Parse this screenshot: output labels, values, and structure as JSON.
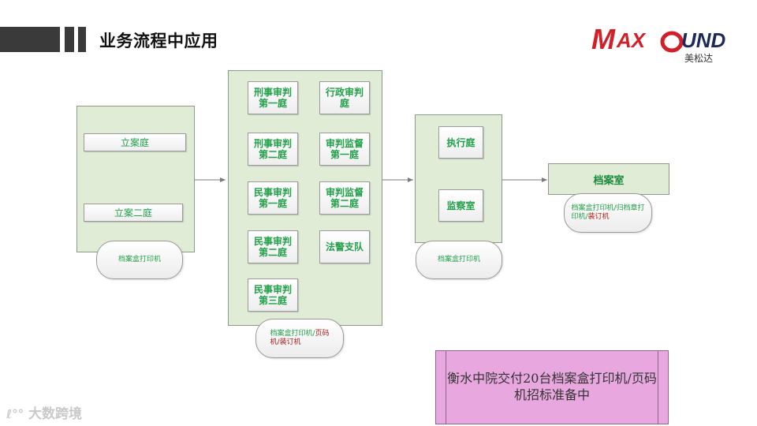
{
  "header": {
    "title": "业务流程中应用"
  },
  "logo": {
    "brand": "MAXOUND",
    "cn": "美松达"
  },
  "stages": [
    {
      "nodes": [
        "立案庭",
        "立案二庭"
      ],
      "device": [
        "档案盒打印机"
      ]
    },
    {
      "nodes": [
        "刑事审判第一庭",
        "行政审判庭",
        "刑事审判第二庭",
        "审判监督第一庭",
        "民事审判第一庭",
        "审判监督第二庭",
        "民事审判第二庭",
        "法警支队",
        "民事审判第三庭"
      ],
      "device": [
        "档案盒打印机/",
        "页码",
        "机/装订机"
      ]
    },
    {
      "nodes": [
        "执行庭",
        "监察室"
      ],
      "device": [
        "档案盒打印机"
      ]
    },
    {
      "nodes": [
        "档案室"
      ],
      "device": [
        "档案盒打印机/归档章打",
        "印机/",
        "装订机"
      ]
    }
  ],
  "node_lines": {
    "xs1": [
      "刑事审判",
      "第一庭"
    ],
    "xz": [
      "行政审判",
      "庭"
    ],
    "xs2": [
      "刑事审判",
      "第二庭"
    ],
    "jd1": [
      "审判监督",
      "第一庭"
    ],
    "ms1": [
      "民事审判",
      "第一庭"
    ],
    "jd2": [
      "审判监督",
      "第二庭"
    ],
    "ms2": [
      "民事审判",
      "第二庭"
    ],
    "ms3": [
      "民事审判",
      "第三庭"
    ]
  },
  "note": {
    "text": "衡水中院交付20台档案盒打印机/页码机招标准备中"
  },
  "watermark": {
    "text": "大数跨境"
  },
  "colors": {
    "stage_fill": "#e1ecd6",
    "node_text": "#22a04a",
    "note_fill": "#e8a7df",
    "accent_red": "#d0202a"
  }
}
